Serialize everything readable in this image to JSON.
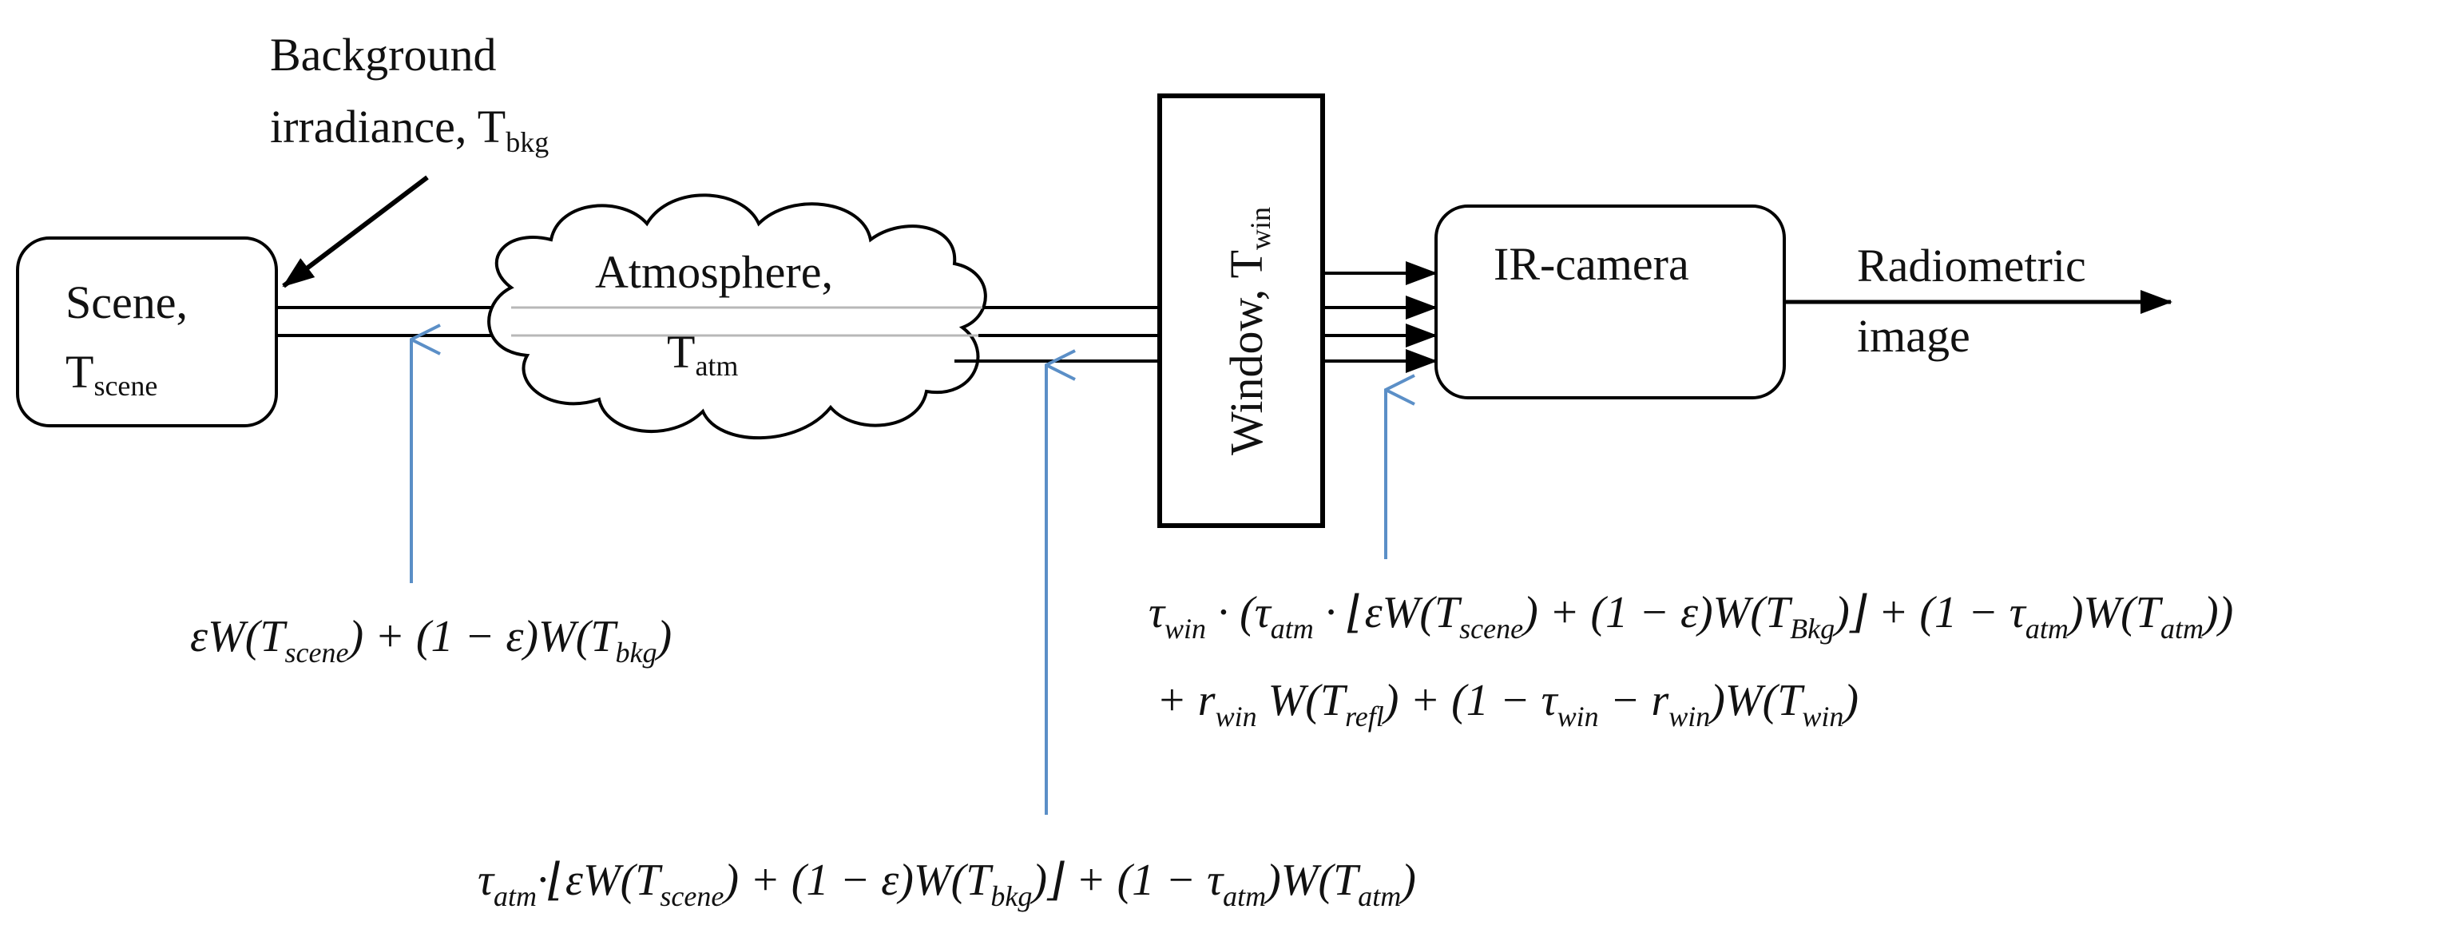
{
  "labels": {
    "background": {
      "line1": "Background",
      "line2": "irradiance, T",
      "sub": "bkg"
    },
    "scene": {
      "line1": "Scene,",
      "t": "T",
      "sub": "scene"
    },
    "atmosphere": {
      "line1": "Atmosphere,",
      "t": "T",
      "sub": "atm"
    },
    "window": {
      "main": "Window, T",
      "sub": "win"
    },
    "camera": "IR-camera",
    "output": {
      "line1": "Radiometric",
      "line2": "image"
    }
  },
  "equations": {
    "eq1": {
      "p1": "εW(T",
      "s1": "scene",
      "p2": ") + (1 − ε)W(T",
      "s2": "bkg",
      "p3": ")"
    },
    "eq2": {
      "l1p1": "τ",
      "l1s1": "win",
      "l1p2": " · (τ",
      "l1s2": "atm",
      "l1p3": " · ⌊εW(T",
      "l1s3": "scene",
      "l1p4": ") + (1 − ε)W(T",
      "l1s4": "Bkg",
      "l1p5": ")⌋ + (1 − τ",
      "l1s5": "atm",
      "l1p6": ")W(T",
      "l1s6": "atm",
      "l1p7": "))",
      "l2p1": "+ r",
      "l2s1": "win",
      "l2p2": " W(T",
      "l2s2": "refl",
      "l2p3": ") + (1 − τ",
      "l2s3": "win",
      "l2p4": " − r",
      "l2s4": "win",
      "l2p5": ")W(T",
      "l2s5": "win",
      "l2p6": ")"
    },
    "eq3": {
      "p1": "τ",
      "s1": "atm",
      "p2": "·⌊εW(T",
      "s2": "scene",
      "p3": ") + (1 − ε)W(T",
      "s3": "bkg",
      "p4": ")⌋ + (1 − τ",
      "s4": "atm",
      "p5": ")W(T",
      "s5": "atm",
      "p6": ")"
    }
  },
  "colors": {
    "line": "#000000",
    "blue_arrow": "#5b8fc7",
    "gray_line": "#b8b8b8"
  }
}
